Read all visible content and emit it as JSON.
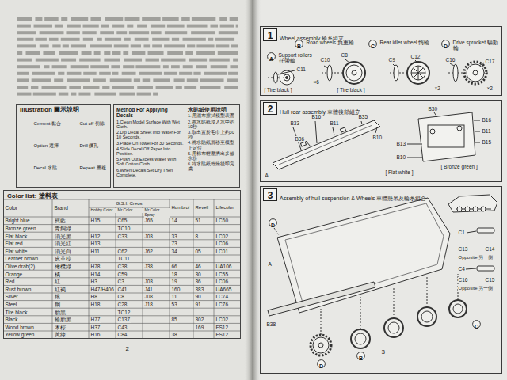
{
  "diagram": {
    "nodes": [
      {
        "text": [
          "Illustration 圖示說明"
        ]
      },
      {
        "text": [
          "Method For Applying Decals",
          "1.Clean Model Surface With Wet Cloth.",
          "2.Dip Decal Sheet Into Water For 10 Seconds.",
          "3.Place On Towel For 30 Seconds.",
          "4.Slide Decal Off Paper Into Position.",
          "5.Push Out Excess Water With Soft Cotton Cloth.",
          "6.When Decals Set Dry Then Complete.",
          "水貼紙使用說明",
          "1.用濕布擦拭模型表面",
          "2.將水貼紙浸入水中約10秒",
          "3.取出置於毛巾上約30秒",
          "4.將水貼紙滑移至模型上定位",
          "5.用棉布輕壓擠出多餘水份",
          "6.待水貼紙乾燥後即完成"
        ]
      },
      {
        "text": [
          "Color list: 塗料表"
        ]
      },
      {
        "text": [
          "Wheel assembly 輪系組立"
        ]
      },
      {
        "text": [
          "1"
        ],
        "in": 3
      },
      {
        "text": [
          "Hull rear assembly 車體後部組立"
        ]
      },
      {
        "text": [
          "2"
        ],
        "in": 5
      },
      {
        "text": [
          "Assembly of hull suspension & Wheels 車體懸吊及輪系組合"
        ]
      },
      {
        "text": [
          "3"
        ],
        "in": 7
      },
      {
        "text": [
          "B"
        ],
        "in": 3
      },
      {
        "text": [
          "C"
        ],
        "in": 3
      },
      {
        "text": [
          "D"
        ],
        "in": 3
      },
      {
        "text": [
          "A"
        ],
        "in": 3
      },
      {
        "text": [
          "D"
        ],
        "in": 7
      },
      {
        "text": [
          "D"
        ],
        "in": 7
      },
      {
        "text": [
          "B"
        ],
        "in": 7
      },
      {
        "text": [
          "C"
        ],
        "in": 7
      }
    ],
    "labels": [
      "Color",
      "Brand",
      "G.S.I. Creos",
      "Hobby Color",
      "Mr.Color",
      "Mr.Color Spray",
      "Humbrol",
      "Revell",
      "Lifecolor",
      "Bright blue",
      "寶藍",
      "H15",
      "C65",
      "J65",
      "14",
      "51",
      "LC60",
      "Bronze green",
      "青銅綠",
      "TC10",
      "Flat black",
      "消光黑",
      "H12",
      "C33",
      "J03",
      "33",
      "8",
      "LC02",
      "Flat red",
      "消光紅",
      "H13",
      "73",
      "LC06",
      "Flat white",
      "消光白",
      "H11",
      "C62",
      "J62",
      "34",
      "05",
      "LC01",
      "Leather brown",
      "皮革棕",
      "TC11",
      "Olive drab(2)",
      "橄欖綠",
      "H78",
      "C38",
      "J38",
      "66",
      "46",
      "UA106",
      "Orange",
      "橘",
      "H14",
      "C59",
      "18",
      "30",
      "LC55",
      "Red",
      "紅",
      "H3",
      "C3",
      "J03",
      "19",
      "36",
      "LC06",
      "Rust brown",
      "紅褐",
      "H47/H406",
      "C41",
      "J41",
      "160",
      "383",
      "UA665",
      "Silver",
      "銀",
      "H8",
      "C8",
      "J08",
      "11",
      "90",
      "LC74",
      "Steel",
      "鋼",
      "H18",
      "C28",
      "J18",
      "53",
      "91",
      "LC76",
      "Tire black",
      "胎黑",
      "TC12",
      "Black",
      "輪胎黑",
      "H77",
      "C137",
      "85",
      "302",
      "LC02",
      "Wood brown",
      "木棕",
      "H37",
      "C43",
      "169",
      "FS12",
      "Yellow green",
      "黃綠",
      "H16",
      "C84",
      "38",
      "FS12",
      "2",
      "3",
      "Cement 黏合",
      "Cut off 切除",
      "Option 選擇",
      "Drill 鑽孔",
      "Decal 水貼",
      "Repeat 重複",
      "Road wheels 負重輪",
      "Rear idler wheel 惰輪",
      "Drive sprocket 驅動輪",
      "Support rollers 托帶輪",
      "C11",
      "C10",
      "C8",
      "[ Tire black ]",
      "C9",
      "C12",
      "C16",
      "C17",
      "×6",
      "[ Tire black ]",
      "×2",
      "×2",
      "B33",
      "B16",
      "B11",
      "B36",
      "B35",
      "B10",
      "A",
      "B30",
      "B16",
      "B11",
      "B15",
      "B13",
      "B10",
      "[ Bronze green ]",
      "[ Flat white ]",
      "C1",
      "C13",
      "C14",
      "Opposite 另一側",
      "C4",
      "C16",
      "C15",
      "Opposite 另一側",
      "B38",
      "A"
    ]
  }
}
